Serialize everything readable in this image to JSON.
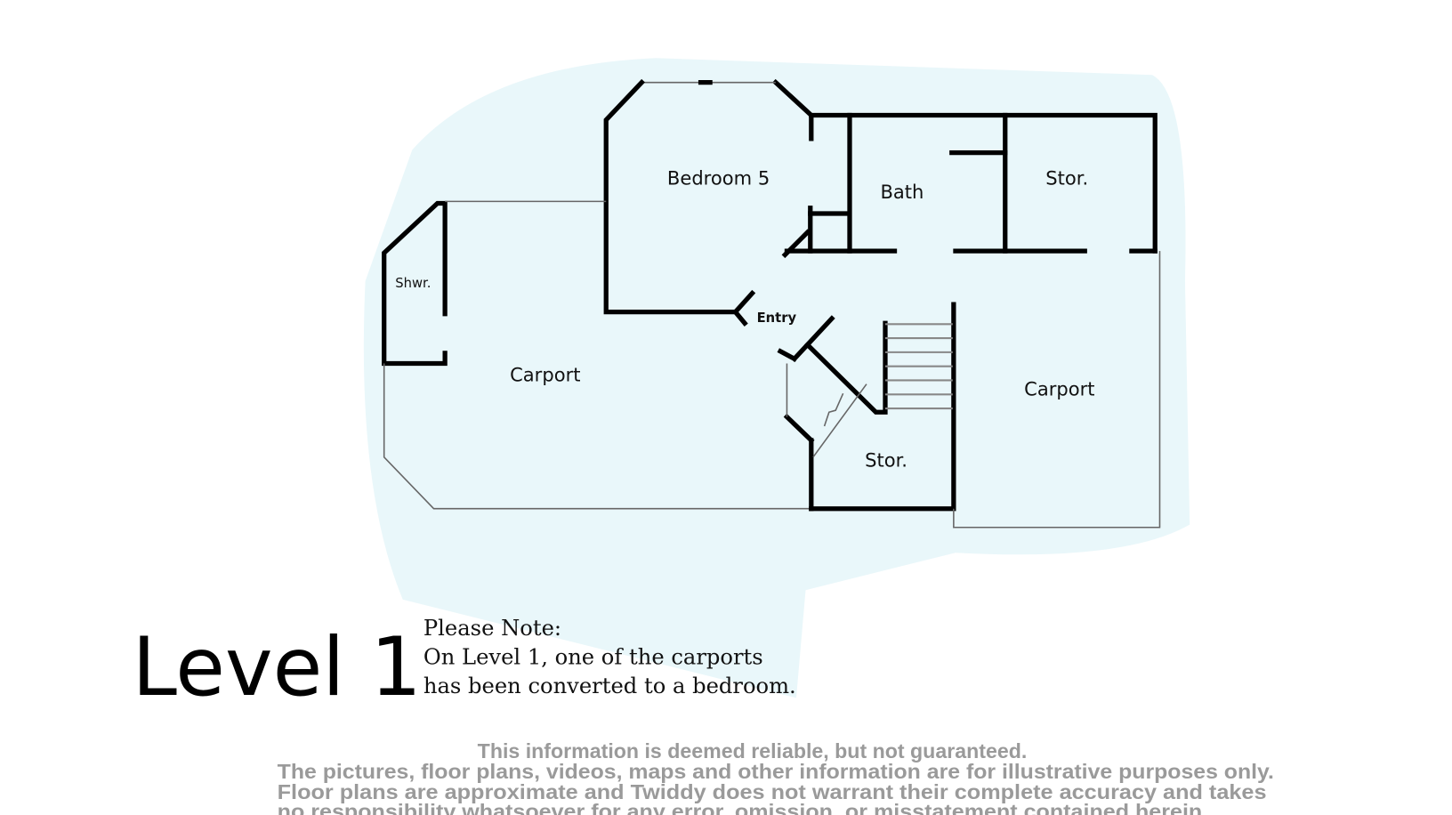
{
  "floorplan": {
    "rooms": {
      "bedroom": "Bedroom 5",
      "bath": "Bath",
      "storage_upper": "Stor.",
      "shower": "Shwr.",
      "entry": "Entry",
      "carport_left": "Carport",
      "carport_right": "Carport",
      "storage_lower": "Stor."
    },
    "colors": {
      "background_tint": "#e9f7fa",
      "wall": "#000000"
    }
  },
  "level_title": "Level 1",
  "note": {
    "heading": "Please Note:",
    "line1": "On Level 1, one of the carports",
    "line2": "has been converted to a bedroom."
  },
  "disclaimer": {
    "line1": "This information is deemed reliable, but not guaranteed.",
    "line2": "The pictures, floor plans, videos, maps and other information are for illustrative purposes only.",
    "line3": "Floor plans are approximate and Twiddy does not warrant their complete accuracy and takes",
    "line4": "no responsibility whatsoever for any error, omission, or misstatement contained herein."
  }
}
